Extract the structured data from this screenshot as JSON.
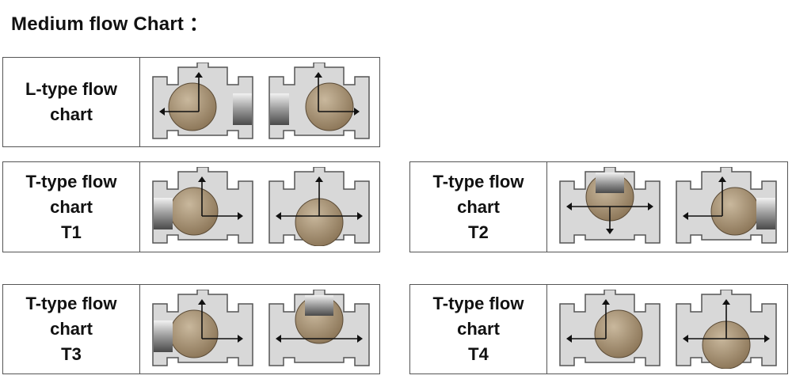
{
  "title": "Medium flow Chart ：",
  "colors": {
    "body_fill": "#d8d8d8",
    "body_stroke": "#555555",
    "ball_fill": "#8a7456",
    "ball_highlight": "#c9b89d",
    "arrow": "#111111",
    "label_text": "#111111"
  },
  "panels": [
    {
      "label": "L-type flow\nchart",
      "valves": [
        {
          "ball": "left-up",
          "arrow": "left-up",
          "shaded_port": "right"
        },
        {
          "ball": "right-up",
          "arrow": "up-right",
          "shaded_port": "left"
        }
      ]
    },
    {
      "label": "T-type flow\nchart\nT1",
      "valves": [
        {
          "ball": "left",
          "arrow": "up-right",
          "shaded_port": "left"
        },
        {
          "ball": "bottom",
          "arrow": "left-right-up",
          "shaded_port": "none"
        }
      ]
    },
    {
      "label": "T-type flow\nchart\nT2",
      "valves": [
        {
          "ball": "top",
          "arrow": "left-right-down",
          "shaded_port": "top"
        },
        {
          "ball": "right",
          "arrow": "left-up",
          "shaded_port": "right"
        }
      ]
    },
    {
      "label": "T-type flow\nchart\nT3",
      "valves": [
        {
          "ball": "left",
          "arrow": "up-right",
          "shaded_port": "left"
        },
        {
          "ball": "top",
          "arrow": "left-right",
          "shaded_port": "top"
        }
      ]
    },
    {
      "label": "T-type flow\nchart\nT4",
      "valves": [
        {
          "ball": "right",
          "arrow": "left-up",
          "shaded_port": "none"
        },
        {
          "ball": "bottom",
          "arrow": "left-right-up",
          "shaded_port": "none"
        }
      ]
    }
  ]
}
